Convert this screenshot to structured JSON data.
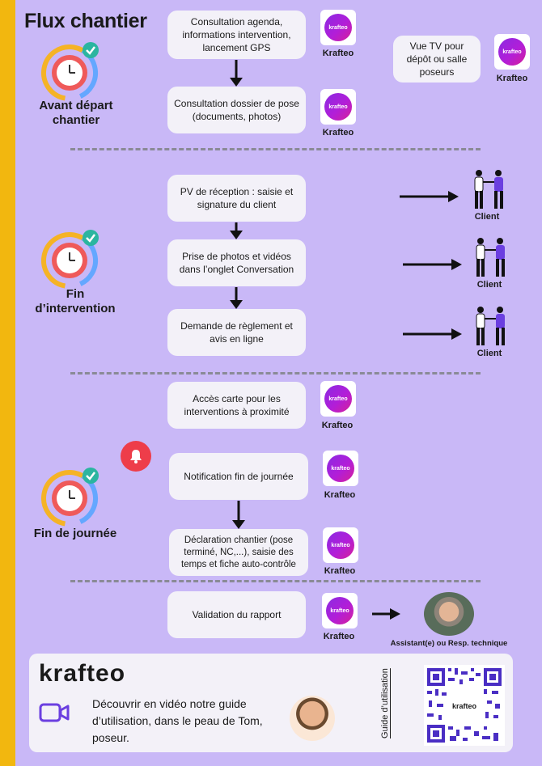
{
  "title": "Flux chantier",
  "sections": {
    "s1": "Avant départ chantier",
    "s2": "Fin d’intervention",
    "s3": "Fin de journée"
  },
  "steps": {
    "b1": "Consultation agenda, informations intervention, lancement GPS",
    "b2": "Consultation dossier de pose (documents, photos)",
    "b3": "Vue TV pour dépôt ou salle poseurs",
    "b4": "PV de réception : saisie et signature du client",
    "b5": "Prise de photos et vidéos dans l’onglet Conversation",
    "b6": "Demande de règlement et avis en ligne",
    "b7": "Accès carte pour les interventions à proximité",
    "b8": "Notification fin de journée",
    "b9": "Déclaration chantier (pose terminé, NC,...), saisie des temps et fiche auto-contrôle",
    "b10": "Validation du rapport"
  },
  "krafteo": {
    "label": "Krafteo",
    "logo_text": "krafteo"
  },
  "client_label": "Client",
  "assistant_label": "Assistant(e) ou Resp. technique",
  "footer": {
    "brand": "krafteo",
    "text": "Découvrir en vidéo notre guide d’utilisation, dans le peau de Tom, poseur.",
    "guide_label": "Guide d’utilisation",
    "qr_text": "krafteo"
  },
  "colors": {
    "background": "#c9b8f7",
    "stripe": "#f2b70f",
    "box": "#f3f1f8",
    "bell": "#ee3d4a",
    "check": "#2bb5a0"
  },
  "icons": [
    "clock-icon",
    "check-icon",
    "arrow-down-icon",
    "arrow-right-icon",
    "people-handshake-icon",
    "bell-icon",
    "video-icon",
    "qr-code"
  ]
}
